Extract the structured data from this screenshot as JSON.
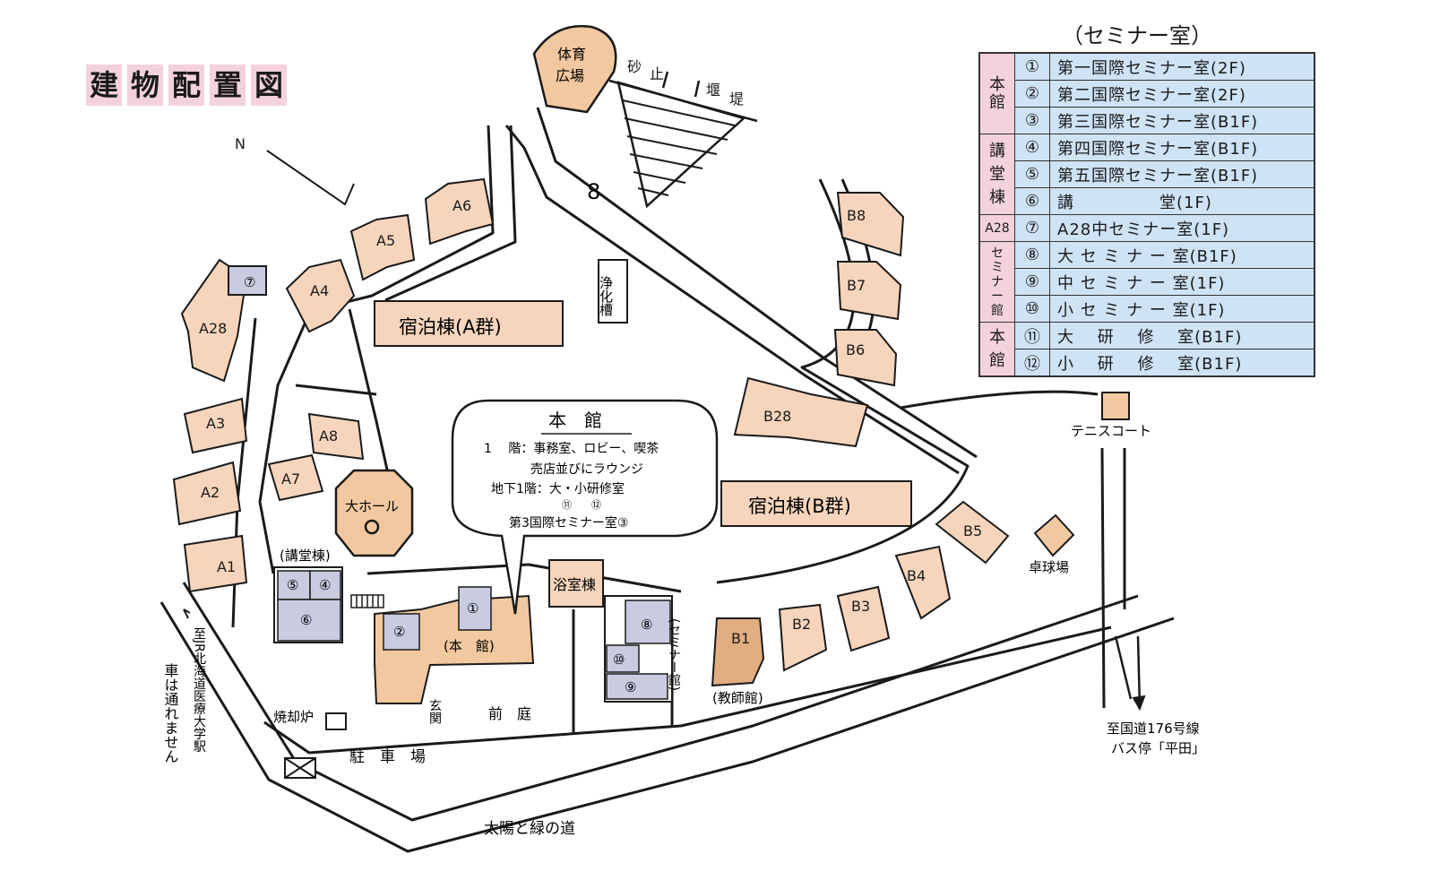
{
  "title_chars": [
    "建",
    "物",
    "配",
    "置",
    "図"
  ],
  "legend": {
    "title": "（セミナー室）",
    "groups": [
      {
        "label": "本\n館",
        "rows": [
          {
            "num": "①",
            "name": "第一国際セミナー室(2F)"
          },
          {
            "num": "②",
            "name": "第二国際セミナー室(2F)"
          },
          {
            "num": "③",
            "name": "第三国際セミナー室(B1F)"
          }
        ]
      },
      {
        "label": "講\n堂\n棟",
        "rows": [
          {
            "num": "④",
            "name": "第四国際セミナー室(B1F)"
          },
          {
            "num": "⑤",
            "name": "第五国際セミナー室(B1F)"
          },
          {
            "num": "⑥",
            "name": "講　　　　　堂(1F)"
          }
        ]
      },
      {
        "label": "A28",
        "rows": [
          {
            "num": "⑦",
            "name": "A28中セミナー室(1F)"
          }
        ]
      },
      {
        "label": "セ\nミ\nナ\nー\n館",
        "rows": [
          {
            "num": "⑧",
            "name": "大 セ ミ ナ ー 室(B1F)"
          },
          {
            "num": "⑨",
            "name": "中 セ ミ ナ ー 室(1F)"
          },
          {
            "num": "⑩",
            "name": "小 セ ミ ナ ー 室(1F)"
          }
        ]
      },
      {
        "label": "本\n館",
        "rows": [
          {
            "num": "⑪",
            "name": "大　 研　 修　 室(B1F)"
          },
          {
            "num": "⑫",
            "name": "小　 研　 修　 室(B1F)"
          }
        ]
      }
    ]
  },
  "map": {
    "north": "N",
    "numbered_8": "8",
    "sabo": {
      "a": "砂",
      "b": "止",
      "c": "堰",
      "d": "堤"
    },
    "gym": [
      "体育",
      "広場"
    ],
    "a_group": "宿泊棟(A群)",
    "b_group": "宿泊棟(B群)",
    "jokaso": "浄化槽",
    "buildings": {
      "A1": "A1",
      "A2": "A2",
      "A3": "A3",
      "A4": "A4",
      "A5": "A5",
      "A6": "A6",
      "A7": "A7",
      "A8": "A8",
      "A28": "A28",
      "B1": "B1",
      "B2": "B2",
      "B3": "B3",
      "B4": "B4",
      "B5": "B5",
      "B6": "B6",
      "B7": "B7",
      "B8": "B8",
      "B28": "B28"
    },
    "tennis": "テニスコート",
    "takkyu": "卓球場",
    "bath": "浴室棟",
    "hall": "大ホール",
    "kodo": "(講堂棟)",
    "honkan": "(本　館)",
    "seminar_kan": "(セミナー館)",
    "teacher": "(教師館)",
    "genkan": "玄関",
    "maeniwa": "前　庭",
    "parking": "駐　車　場",
    "incinerator": "焼却炉",
    "road": "太陽と緑の道",
    "to_station": "至JR北海道医療大学駅",
    "no_cars": "車は通れません",
    "to_route": "至国道176号線",
    "bus_stop": "バス停「平田」",
    "callout": {
      "title": "本　館",
      "line1": "1　 階：事務室、ロビー、喫茶",
      "line2": "売店並びにラウンジ",
      "line3": "地下1階：大・小研修室",
      "line3_nums": "⑪　　⑫",
      "line4": "第3国際セミナー室③"
    },
    "circles": {
      "c1": "①",
      "c2": "②",
      "c4": "④",
      "c5": "⑤",
      "c6": "⑥",
      "c7": "⑦",
      "c8": "⑧",
      "c9": "⑨",
      "c10": "⑩"
    },
    "colors": {
      "building": "#f6d5bc",
      "honkan": "#f1c89f",
      "teacher": "#e2ae7f",
      "room": "#c9cbe0",
      "pink": "#f4d2dc",
      "blue": "#cfe3f6"
    }
  }
}
